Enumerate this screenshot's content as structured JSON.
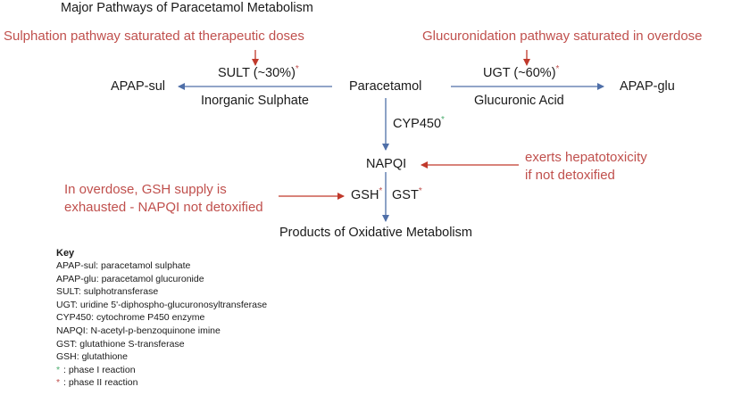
{
  "title": "Major Pathways of Paracetamol Metabolism",
  "nodes": {
    "apap_sul": "APAP-sul",
    "paracetamol": "Paracetamol",
    "apap_glu": "APAP-glu",
    "napqi": "NAPQI",
    "products": "Products of Oxidative Metabolism",
    "gsh": "GSH"
  },
  "enzymes": {
    "sult": "SULT (~30%)",
    "inorganic_sulphate": "Inorganic Sulphate",
    "ugt": "UGT (~60%)",
    "glucuronic_acid": "Glucuronic Acid",
    "cyp450": "CYP450",
    "gst": "GST"
  },
  "notes": {
    "sulphation": "Sulphation pathway saturated at therapeutic doses",
    "glucuronidation": "Glucuronidation pathway saturated in overdose",
    "hepatotoxicity_line1": "exerts hepatotoxicity",
    "hepatotoxicity_line2": "if not detoxified",
    "overdose_line1": "In overdose, GSH supply is",
    "overdose_line2": "exhausted - NAPQI not detoxified"
  },
  "markers": {
    "star": "*"
  },
  "key": {
    "heading": "Key",
    "items": [
      "APAP-sul: paracetamol sulphate",
      "APAP-glu: paracetamol glucuronide",
      "SULT: sulphotransferase",
      "UGT: uridine 5'-diphospho-glucuronosyltransferase",
      "CYP450: cytochrome P450 enzyme",
      "NAPQI: N-acetyl-p-benzoquinone imine",
      "GST: glutathione S-transferase",
      "GSH: glutathione"
    ],
    "phase1": ": phase I reaction",
    "phase2": ": phase II reaction"
  },
  "colors": {
    "red": "#c0504d",
    "green": "#4bac6e",
    "arrow_blue": "#4f6fa8",
    "arrow_red": "#c0392b",
    "text": "#1a1a1a"
  }
}
